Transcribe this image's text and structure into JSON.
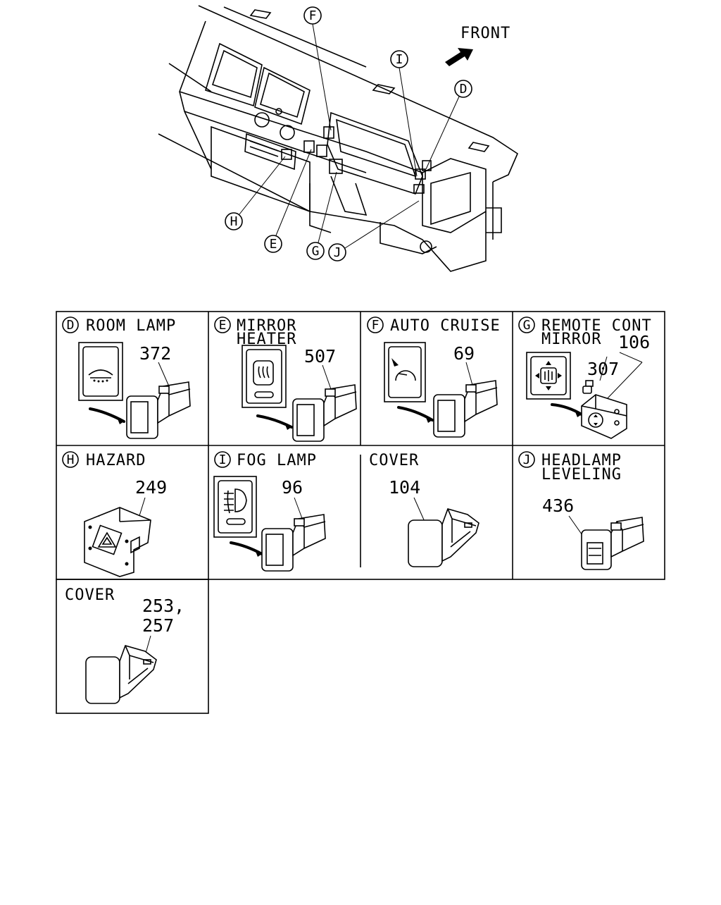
{
  "overview": {
    "front_label": "FRONT",
    "callouts": {
      "F": "F",
      "I": "I",
      "D": "D",
      "H": "H",
      "E": "E",
      "G": "G",
      "J": "J"
    }
  },
  "panels": {
    "room_lamp": {
      "letter": "D",
      "title": "ROOM LAMP",
      "part": "372",
      "icon": "room-lamp-icon"
    },
    "mirror_heater": {
      "letter": "E",
      "title_line1": "MIRROR",
      "title_line2": "HEATER",
      "part": "507",
      "icon": "mirror-heater-icon"
    },
    "auto_cruise": {
      "letter": "F",
      "title": "AUTO CRUISE",
      "part": "69",
      "icon": "speedometer-icon"
    },
    "remote_mirror": {
      "letter": "G",
      "title_line1": "REMOTE CONT",
      "title_line2": "MIRROR",
      "part_a": "106",
      "part_b": "307",
      "icon": "mirror-control-icon"
    },
    "hazard": {
      "letter": "H",
      "title": "HAZARD",
      "part": "249",
      "icon": "hazard-triangle-icon"
    },
    "fog_lamp": {
      "letter": "I",
      "title": "FOG LAMP",
      "part": "96",
      "icon": "fog-lamp-icon"
    },
    "cover_a": {
      "title": "COVER",
      "part": "104"
    },
    "headlamp_leveling": {
      "letter": "J",
      "title_line1": "HEADLAMP",
      "title_line2": "LEVELING",
      "part": "436"
    },
    "cover_b": {
      "title": "COVER",
      "part_line1": "253,",
      "part_line2": "257"
    }
  }
}
